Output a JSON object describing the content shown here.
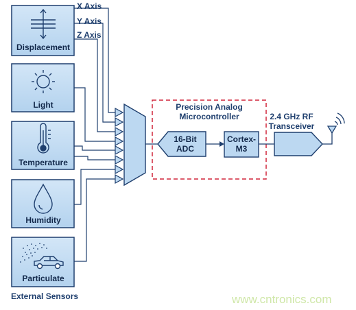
{
  "sensors": {
    "displacement": "Displacement",
    "light": "Light",
    "temperature": "Temperature",
    "humidity": "Humidity",
    "particulate": "Particulate"
  },
  "axes": {
    "x": "X Axis",
    "y": "Y Axis",
    "z": "Z Axis"
  },
  "mcu": {
    "title_line1": "Precision Analog",
    "title_line2": "Microcontroller",
    "adc_line1": "16-Bit",
    "adc_line2": "ADC",
    "core_line1": "Cortex-",
    "core_line2": "M3"
  },
  "rf": {
    "line1": "2.4 GHz RF",
    "line2": "Transceiver"
  },
  "caption": "External Sensors",
  "watermark": "www.cntronics.com",
  "colors": {
    "box_fill": "#bcd8f1",
    "stroke": "#1f3f6e",
    "dashed_border": "#d0253a"
  }
}
